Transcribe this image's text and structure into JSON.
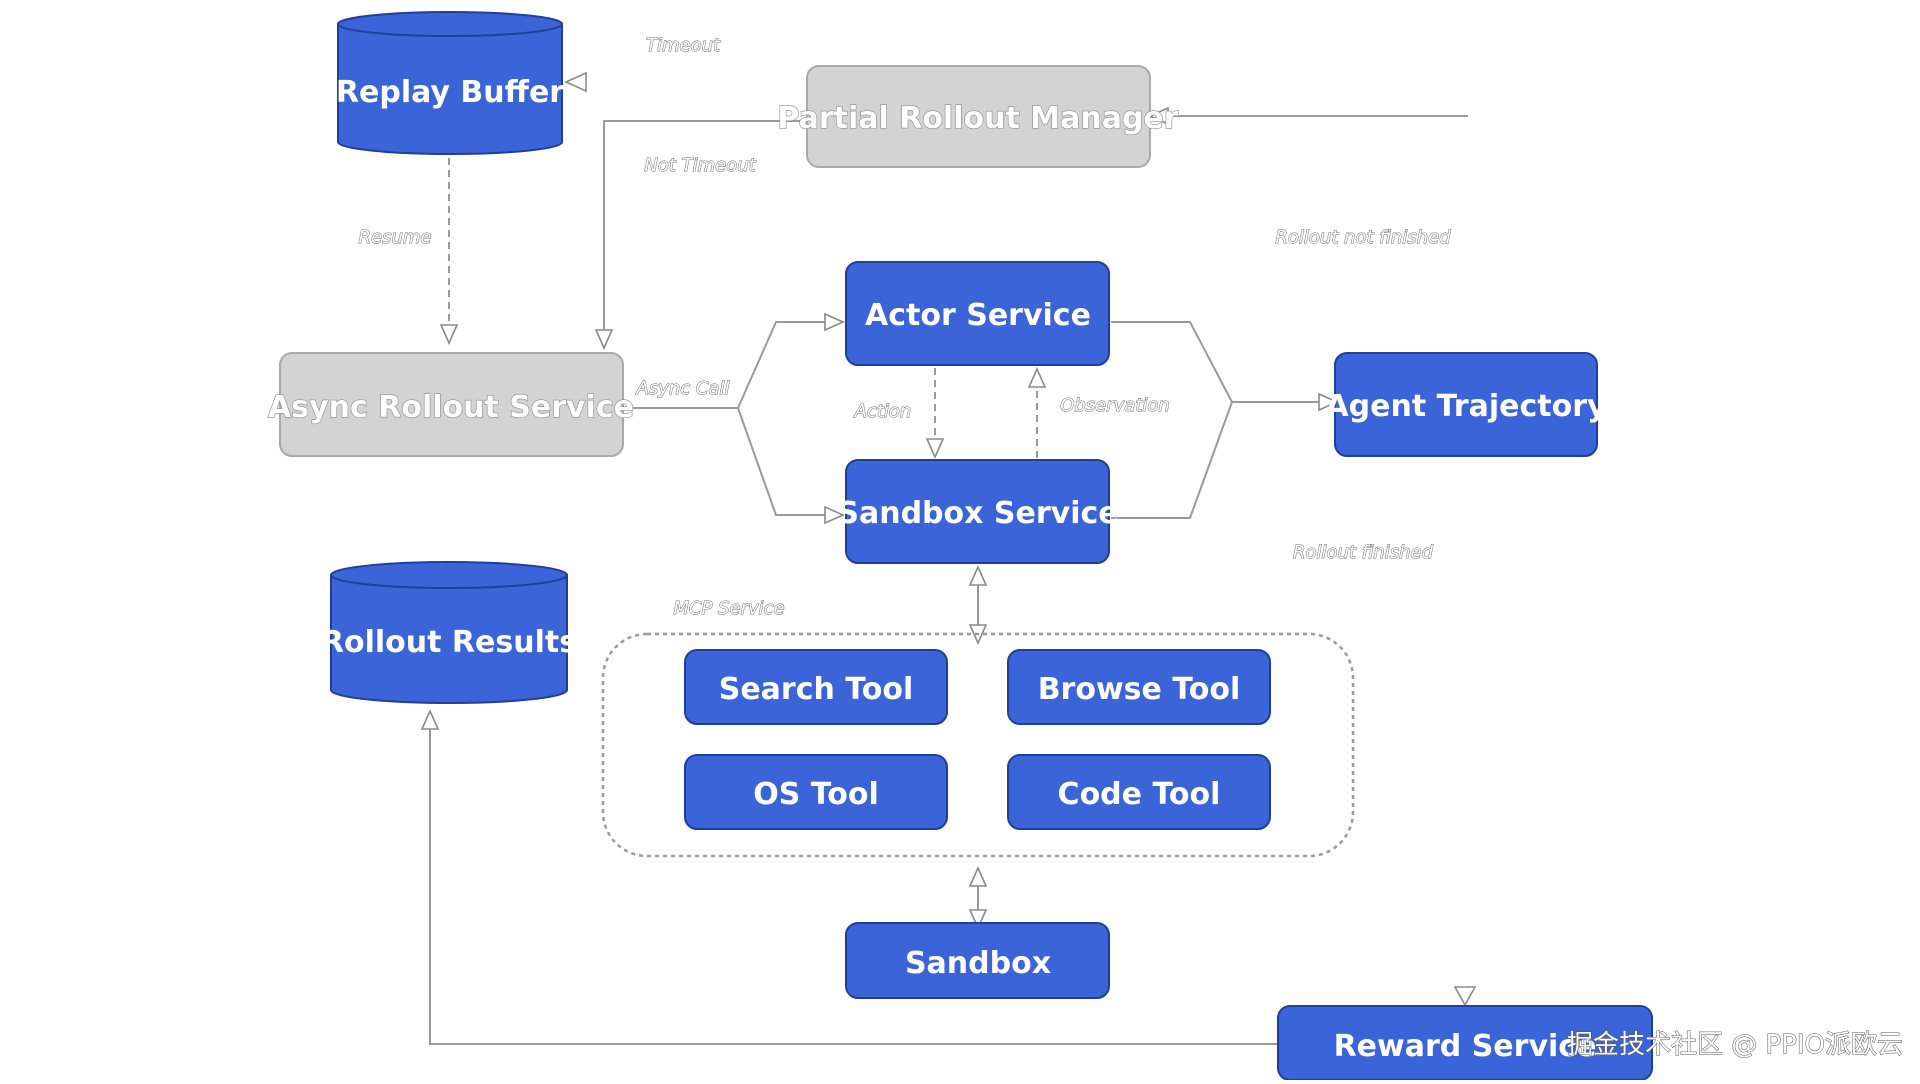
{
  "colors": {
    "node_blue": "#3b64d8",
    "node_blue_border": "#1f3f9a",
    "node_gray": "#d3d3d3",
    "node_gray_border": "#a9a9a9",
    "edge": "#9a9a9a"
  },
  "nodes": {
    "replay_buffer": "Replay Buffer",
    "partial_rollout_manager": "Partial Rollout Manager",
    "async_rollout_service": "Async Rollout Service",
    "actor_service": "Actor Service",
    "sandbox_service": "Sandbox Service",
    "agent_trajectory": "Agent Trajectory",
    "rollout_results": "Rollout Results",
    "search_tool": "Search Tool",
    "browse_tool": "Browse Tool",
    "os_tool": "OS Tool",
    "code_tool": "Code Tool",
    "sandbox": "Sandbox",
    "reward_service": "Reward Service"
  },
  "edge_labels": {
    "timeout": "Timeout",
    "not_timeout": "Not Timeout",
    "resume": "Resume",
    "async_call": "Async Call",
    "action": "Action",
    "observation": "Observation",
    "rollout_not_finished": "Rollout not finished",
    "rollout_finished": "Rollout finished",
    "mcp_service": "MCP Service"
  },
  "watermark": "掘金技术社区 @ PPIO派欧云"
}
